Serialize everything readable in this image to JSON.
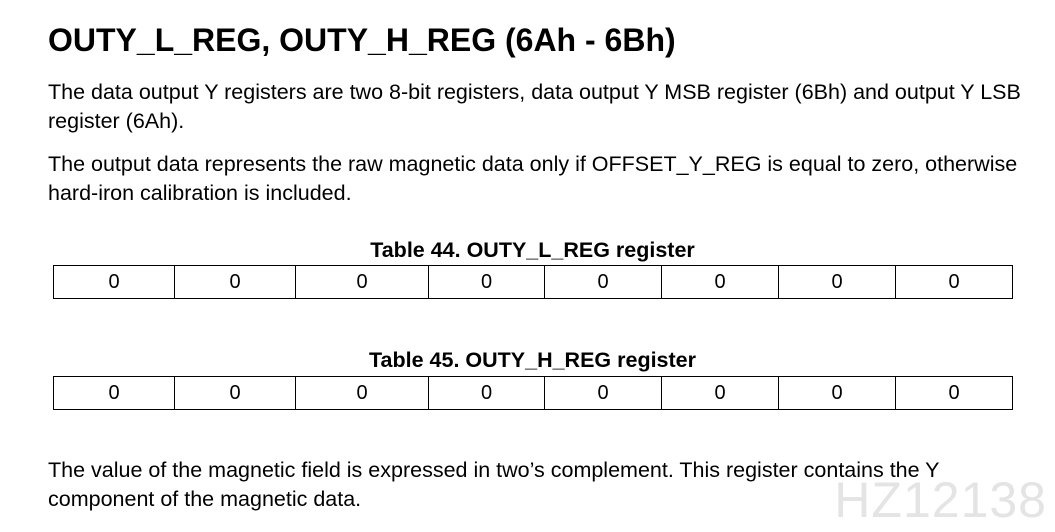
{
  "section": {
    "title": "OUTY_L_REG, OUTY_H_REG (6Ah - 6Bh)",
    "paragraphs": [
      "The data output Y registers are two 8-bit registers, data output Y MSB register (6Bh) and output Y LSB register (6Ah).",
      "The output data represents the raw magnetic data only if OFFSET_Y_REG is equal to zero, otherwise hard-iron calibration is included."
    ],
    "closing_paragraph": "The value of the magnetic field is expressed in two’s complement. This register contains the Y component of the magnetic data."
  },
  "tables": [
    {
      "caption": "Table 44. OUTY_L_REG register",
      "cells": [
        "0",
        "0",
        "0",
        "0",
        "0",
        "0",
        "0",
        "0"
      ]
    },
    {
      "caption": "Table 45. OUTY_H_REG register",
      "cells": [
        "0",
        "0",
        "0",
        "0",
        "0",
        "0",
        "0",
        "0"
      ]
    }
  ],
  "watermark": "HZ12138"
}
